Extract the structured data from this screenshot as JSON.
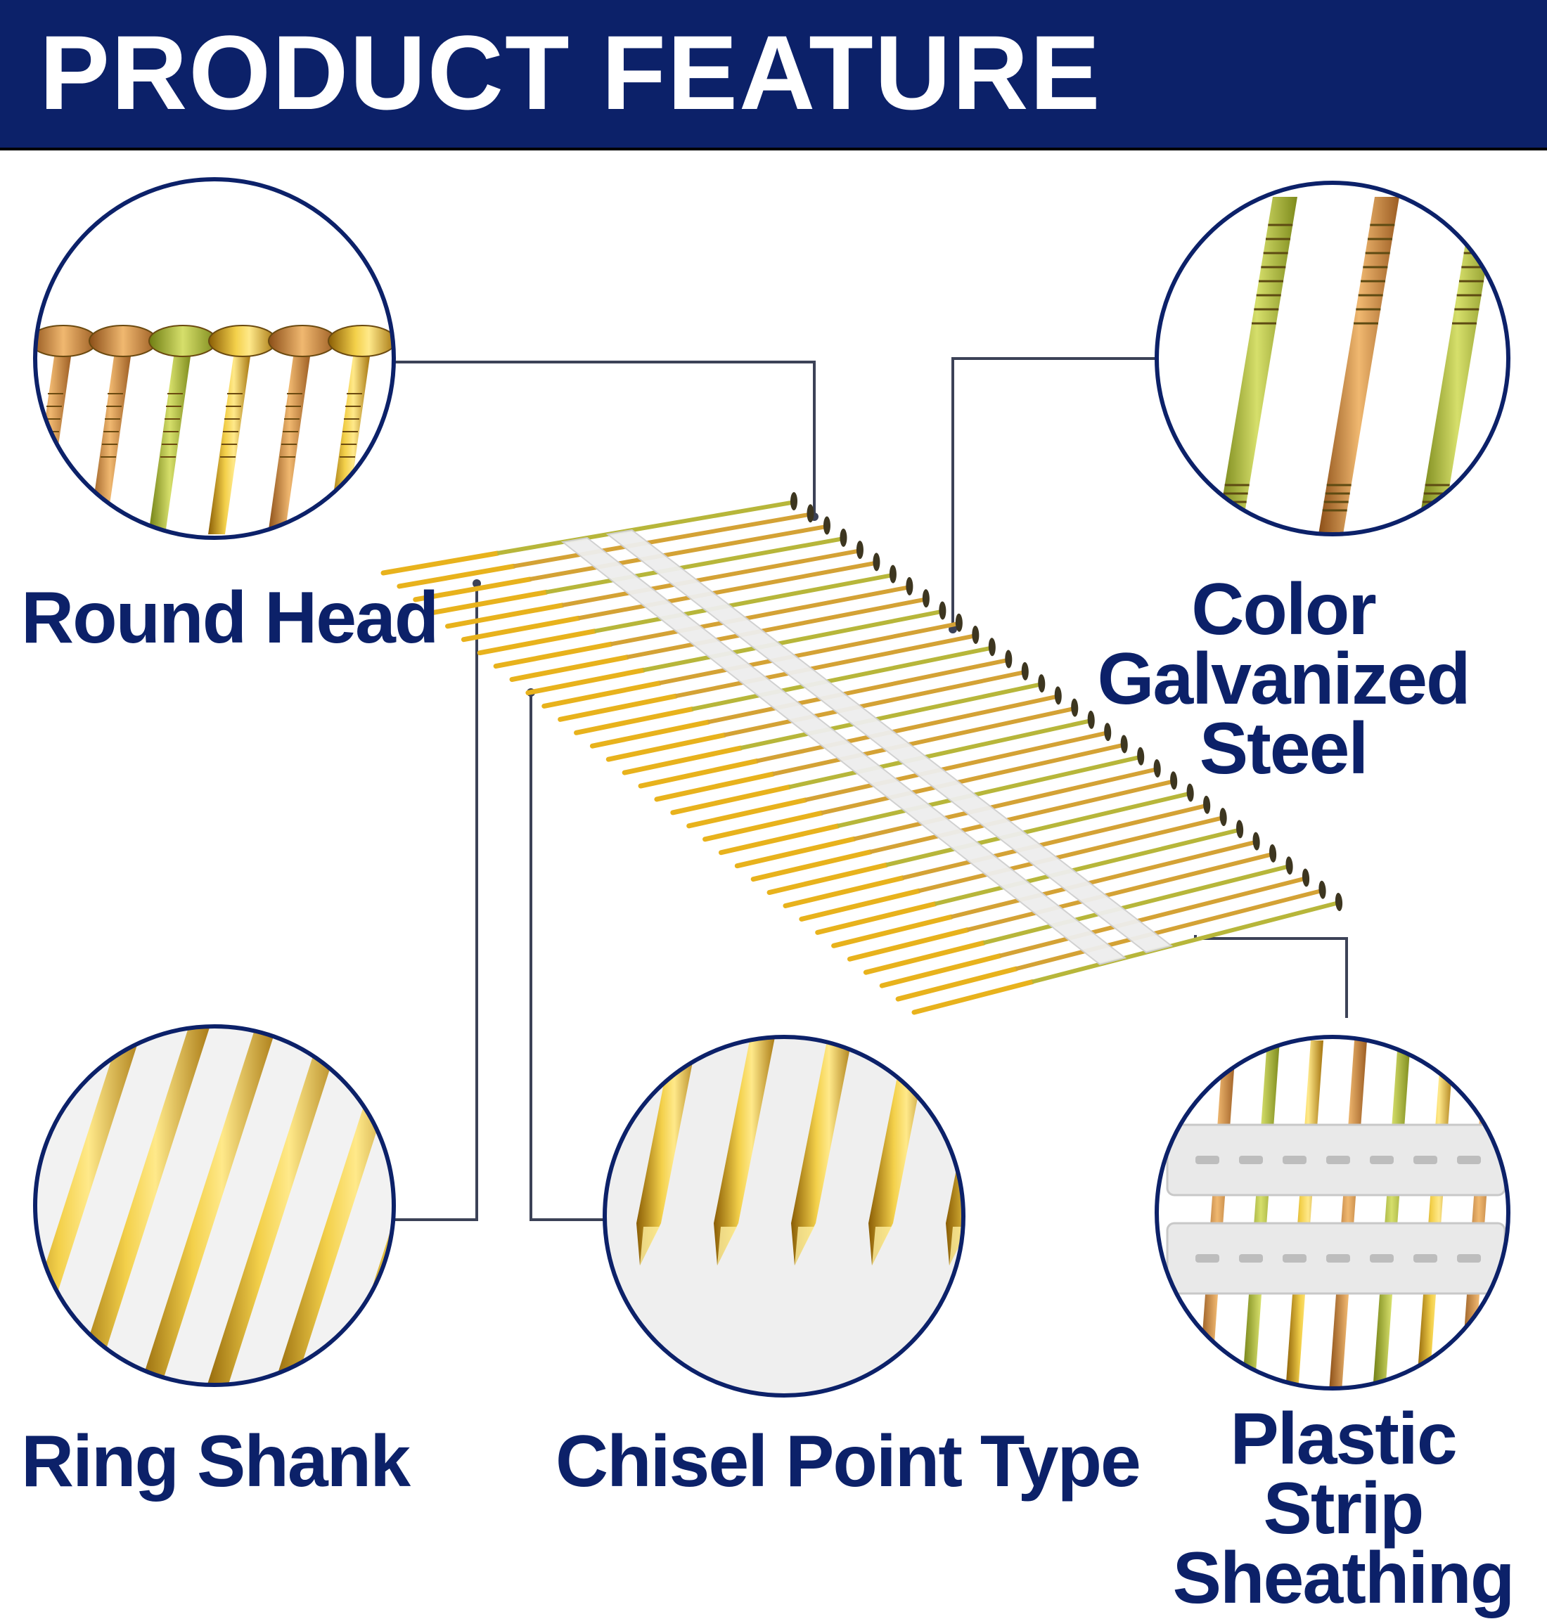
{
  "banner": {
    "title": "PRODUCT FEATURE",
    "color": "#0c2169"
  },
  "features": {
    "round_head": "Round Head",
    "color_galvanized": "Color Galvanized\nSteel",
    "ring_shank": "Ring Shank",
    "chisel_point": "Chisel Point Type",
    "plastic_strip": "Plastic Strip\nSheathing"
  },
  "colors": {
    "brand": "#0c2169",
    "gold": "#e2b521",
    "olive": "#a8b83a",
    "copper": "#c98a3e",
    "strip": "#e8e8e8"
  }
}
